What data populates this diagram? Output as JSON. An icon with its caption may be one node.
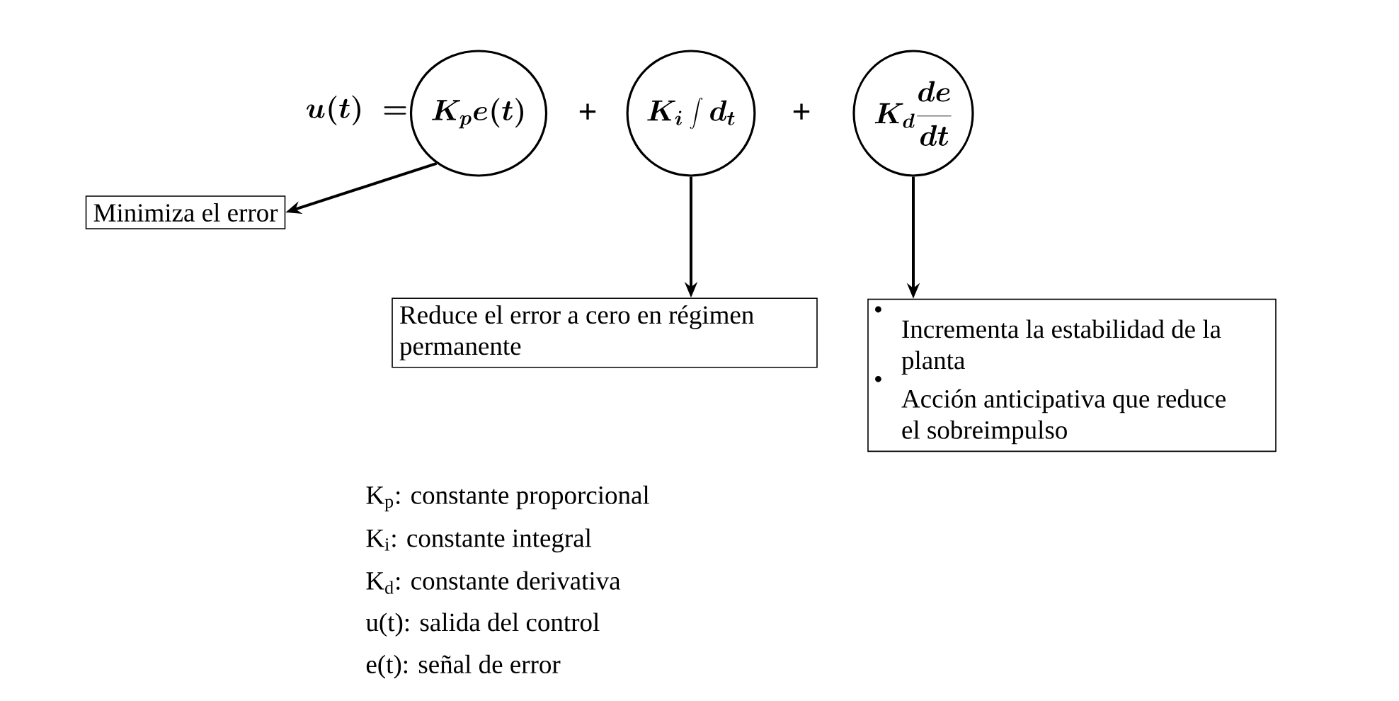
{
  "diagram": {
    "nodes": [
      {
        "text": [
          "K_p e(t)"
        ]
      },
      {
        "text": [
          "K_i \\int d_t"
        ]
      },
      {
        "text": [
          "K_d \\frac{de}{dt}"
        ]
      },
      {
        "text": [
          "Minimiza el error"
        ]
      },
      {
        "text": [
          "Reduce el error a cero en régimen permanente"
        ]
      },
      {
        "text": [
          "Incrementa la estabilidad de la planta",
          "Acción anticipativa que reduce el sobreimpulso"
        ]
      }
    ],
    "edges": [
      {
        "from": 0,
        "to": 3,
        "arrow": "to"
      },
      {
        "from": 1,
        "to": 4,
        "arrow": "to"
      },
      {
        "from": 2,
        "to": 5,
        "arrow": "to"
      }
    ],
    "labels": [
      "u(t)\\;=",
      "+",
      "+",
      "K$_{p}$: constante proporcional",
      "K$_{i}$: constante integral",
      "K$_{d}$: constante derivativa",
      "u(t): salida del control",
      "e(t): señal de error"
    ]
  }
}
